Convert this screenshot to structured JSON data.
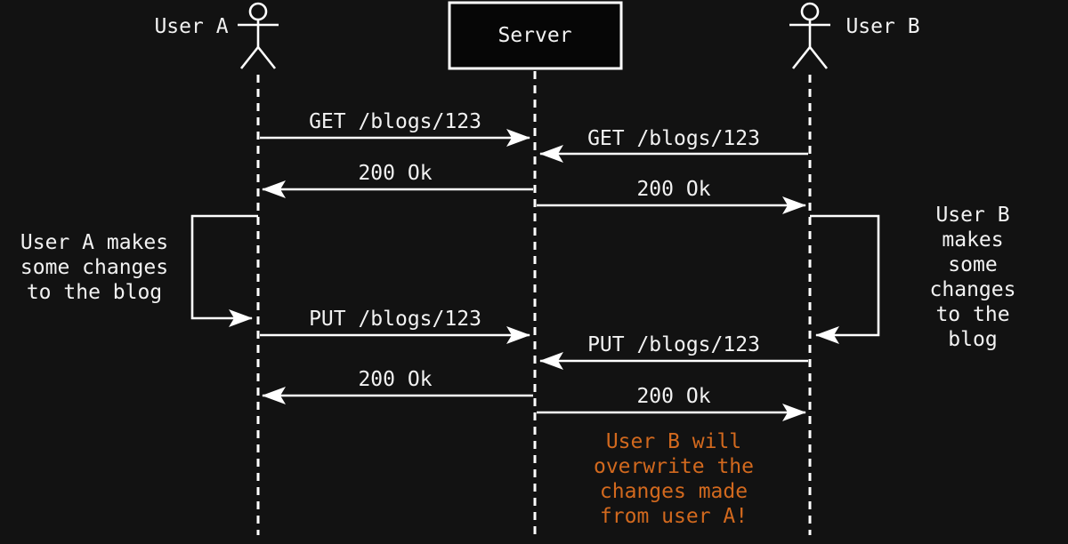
{
  "diagram": {
    "type": "sequence-diagram",
    "background_color": "#121212",
    "stroke_color": "#ffffff",
    "text_color": "#f2f2f2",
    "warning_color": "#d2691e",
    "actors": [
      {
        "id": "user-a",
        "label": "User A",
        "kind": "person"
      },
      {
        "id": "server",
        "label": "Server",
        "kind": "box"
      },
      {
        "id": "user-b",
        "label": "User B",
        "kind": "person"
      }
    ],
    "messages": [
      {
        "from": "user-a",
        "to": "server",
        "label": "GET /blogs/123"
      },
      {
        "from": "user-b",
        "to": "server",
        "label": "GET /blogs/123"
      },
      {
        "from": "server",
        "to": "user-a",
        "label": "200 Ok"
      },
      {
        "from": "server",
        "to": "user-b",
        "label": "200 Ok"
      },
      {
        "from": "user-a",
        "to": "server",
        "label": "PUT /blogs/123"
      },
      {
        "from": "user-b",
        "to": "server",
        "label": "PUT /blogs/123"
      },
      {
        "from": "server",
        "to": "user-a",
        "label": "200 Ok"
      },
      {
        "from": "server",
        "to": "user-b",
        "label": "200 Ok"
      }
    ],
    "self_actions": [
      {
        "actor": "user-a",
        "note": "User A makes\nsome changes\nto the blog"
      },
      {
        "actor": "user-b",
        "note": "User B makes\nsome changes\nto the blog"
      }
    ],
    "warning": "User B will\noverwrite the\nchanges made\nfrom user A!"
  }
}
